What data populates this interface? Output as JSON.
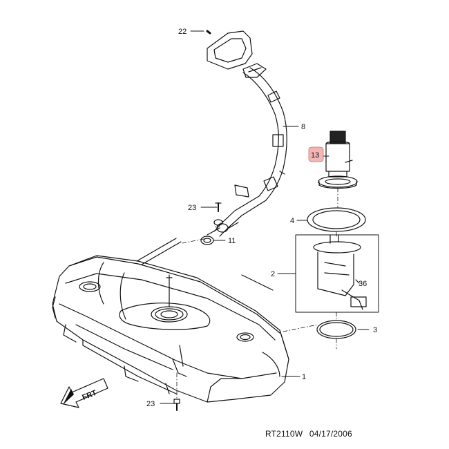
{
  "callouts": {
    "p22": "22",
    "p8": "8",
    "p13": "13",
    "p23_upper": "23",
    "p4": "4",
    "p11": "11",
    "p2": "2",
    "p36": "36",
    "p3": "3",
    "p1": "1",
    "p23_lower": "23"
  },
  "frt_arrow": "FRT",
  "footer": {
    "code": "RT2110W",
    "date": "04/17/2006"
  },
  "colors": {
    "line": "#111111",
    "highlight": "#f2b6b6",
    "highlight_border": "#d46a6a"
  }
}
